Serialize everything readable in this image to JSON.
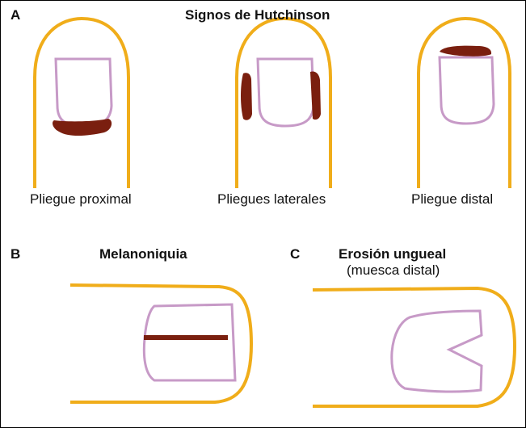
{
  "figure": {
    "panels": [
      {
        "letter": "A",
        "title": "Signos de Hutchinson",
        "items": [
          {
            "caption": "Pliegue proximal",
            "sign": "proximal"
          },
          {
            "caption": "Pliegues laterales",
            "sign": "lateral"
          },
          {
            "caption": "Pliegue distal",
            "sign": "distal"
          }
        ]
      },
      {
        "letter": "B",
        "title": "Melanoniquia"
      },
      {
        "letter": "C",
        "title": "Erosión ungueal",
        "subtitle": "(muesca distal)"
      }
    ],
    "colors": {
      "finger_outline": "#f0ad1a",
      "nail_outline": "#c79ac7",
      "pigment": "#7a1f0f",
      "border": "#000000"
    }
  }
}
